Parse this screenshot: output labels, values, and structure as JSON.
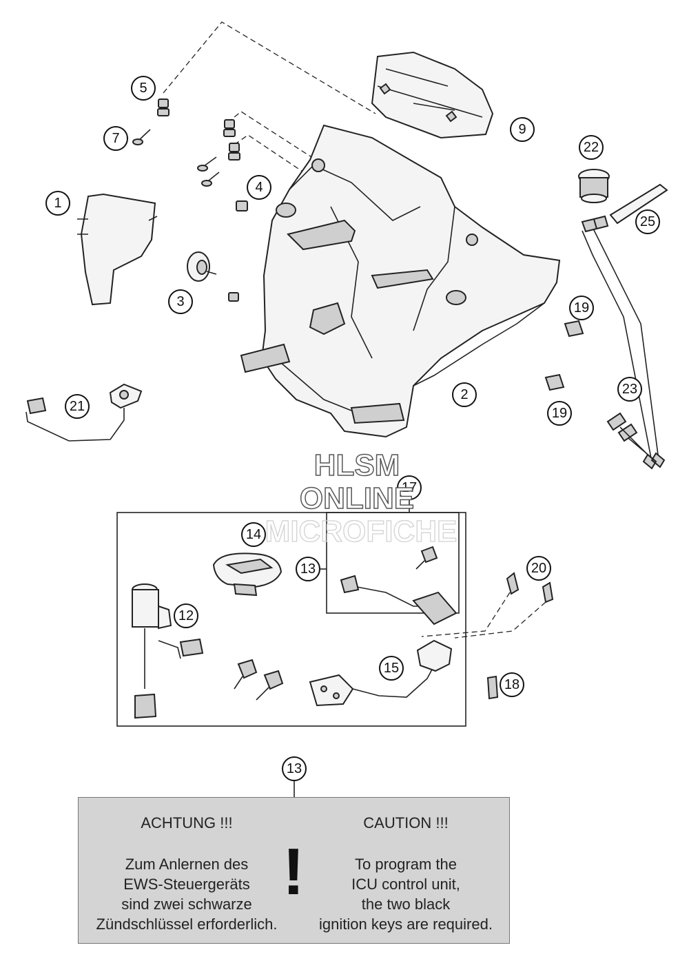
{
  "callouts": [
    {
      "id": "c1",
      "label": "1"
    },
    {
      "id": "c2",
      "label": "2"
    },
    {
      "id": "c3",
      "label": "3"
    },
    {
      "id": "c4",
      "label": "4"
    },
    {
      "id": "c5",
      "label": "5"
    },
    {
      "id": "c7",
      "label": "7"
    },
    {
      "id": "c9",
      "label": "9"
    },
    {
      "id": "c12",
      "label": "12"
    },
    {
      "id": "c13a",
      "label": "13"
    },
    {
      "id": "c13b",
      "label": "13"
    },
    {
      "id": "c14",
      "label": "14"
    },
    {
      "id": "c15",
      "label": "15"
    },
    {
      "id": "c17",
      "label": "17"
    },
    {
      "id": "c18",
      "label": "18"
    },
    {
      "id": "c19a",
      "label": "19"
    },
    {
      "id": "c19b",
      "label": "19"
    },
    {
      "id": "c20",
      "label": "20"
    },
    {
      "id": "c21",
      "label": "21"
    },
    {
      "id": "c22",
      "label": "22"
    },
    {
      "id": "c23",
      "label": "23"
    },
    {
      "id": "c25",
      "label": "25"
    }
  ],
  "watermark": {
    "line1": "HLSM",
    "line2": "ONLINE",
    "line3": "MICROFICHE"
  },
  "notice": {
    "german": {
      "heading": "ACHTUNG !!!",
      "lines": [
        "Zum Anlernen des",
        "EWS-Steuergeräts",
        "sind zwei schwarze",
        "Zündschlüssel erforderlich."
      ]
    },
    "english": {
      "heading": "CAUTION !!!",
      "lines": [
        "To program the",
        "ICU control unit,",
        "the two black",
        "ignition keys are required."
      ]
    },
    "symbol": "!"
  }
}
